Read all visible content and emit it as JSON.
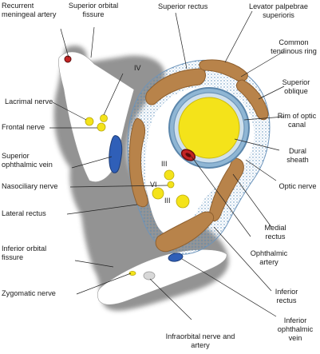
{
  "labels": {
    "recurrent_meningeal_artery": "Recurrent meningeal artery",
    "superior_orbital_fissure": "Superior orbital fissure",
    "superior_rectus": "Superior rectus",
    "levator_palpebrae_superioris": "Levator palpebrae superioris",
    "common_tendinous_ring": "Common tendinous ring",
    "superior_oblique": "Superior oblique",
    "rim_of_optic_canal": "Rim of optic canal",
    "dural_sheath": "Dural sheath",
    "optic_nerve": "Optic nerve",
    "medial_rectus": "Medial rectus",
    "ophthalmic_artery": "Ophthalmic artery",
    "inferior_rectus": "Inferior rectus",
    "inferior_ophthalmic_vein": "Inferior ophthalmic vein",
    "infraorbital_nerve_and_artery": "Infraorbital nerve and artery",
    "zygomatic_nerve": "Zygomatic nerve",
    "inferior_orbital_fissure": "Inferior orbital fissure",
    "lateral_rectus": "Lateral rectus",
    "nasociliary_nerve": "Nasociliary nerve",
    "superior_ophthalmic_vein": "Superior ophthalmic vein",
    "frontal_nerve": "Frontal nerve",
    "lacrimal_nerve": "Lacrimal nerve"
  },
  "cranial_nerves": {
    "iv": "IV",
    "iii_upper": "III",
    "vi": "VI",
    "iii_lower": "III"
  },
  "colors": {
    "muscle": "#b8834a",
    "muscle_edge": "#8e5f2e",
    "nerve": "#f4e31a",
    "vein": "#2f5fb8",
    "artery": "#c42424",
    "dura": "#7fa8c8",
    "tendinous_ring_dots": "#5a8bb8",
    "fissure_shadow": "#6b6b6b"
  }
}
